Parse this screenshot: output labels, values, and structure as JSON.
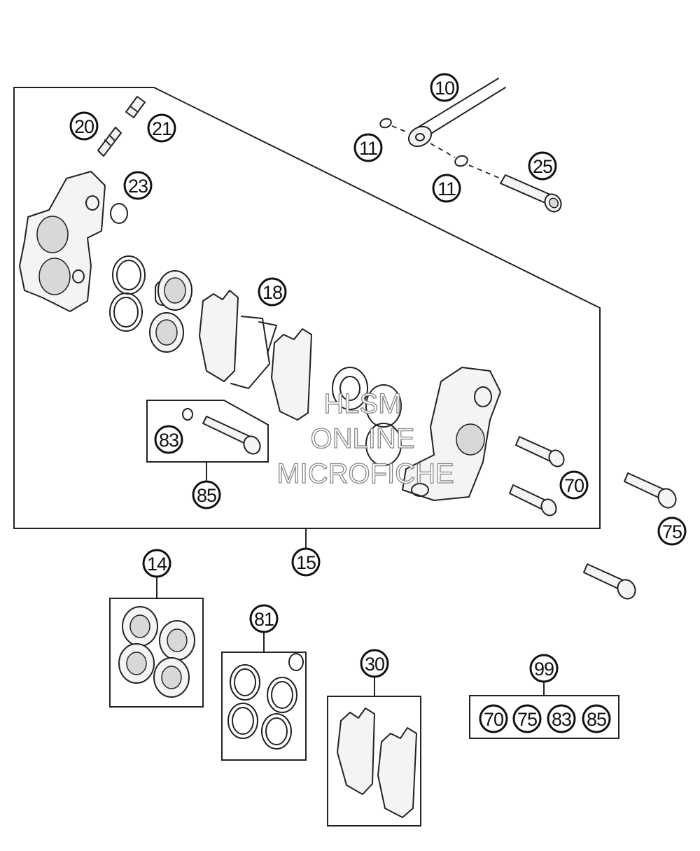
{
  "callouts": {
    "c10": "10",
    "c11a": "11",
    "c11b": "11",
    "c25": "25",
    "c20": "20",
    "c21": "21",
    "c23": "23",
    "c18": "18",
    "c83": "83",
    "c85": "85",
    "c70": "70",
    "c75": "75",
    "c15": "15",
    "c14": "14",
    "c81": "81",
    "c30": "30",
    "c99": "99"
  },
  "kit99": {
    "items": [
      "70",
      "75",
      "83",
      "85"
    ]
  },
  "watermark": {
    "line1": "HLSM",
    "line2": "ONLINE",
    "line3": "MICROFICHE"
  }
}
